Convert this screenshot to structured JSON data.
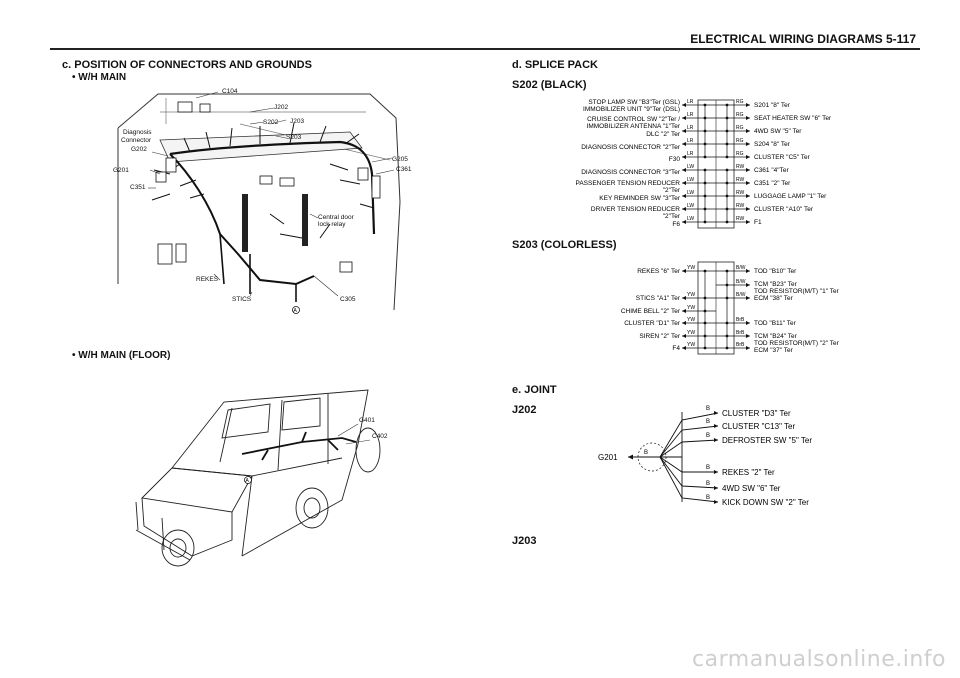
{
  "header": {
    "title": "ELECTRICAL WIRING DIAGRAMS  5-117"
  },
  "left": {
    "section_title": "c.  POSITION  OF  CONNECTORS  AND  GROUNDS",
    "bullet1": "•  W/H  MAIN",
    "bullet2": "•  W/H  MAIN  (FLOOR)",
    "callouts_main": [
      "C104",
      "J202",
      "S202",
      "J203",
      "S203",
      "Diagnosis",
      "Connector",
      "G202",
      "G201",
      "C351",
      "G205",
      "C361",
      "Central door",
      "lock relay",
      "REKES",
      "STICS",
      "C305",
      "A"
    ],
    "callouts_floor": [
      "G401",
      "C402",
      "A"
    ]
  },
  "right": {
    "section_title": "d.  SPLICE  PACK",
    "s202": {
      "title": "S202  (BLACK)",
      "left_labels": [
        "STOP LAMP SW \"B3\"Ter (GSL)",
        "IMMOBILIZER UNIT \"9\"Ter (DSL)",
        "CRUISE CONTROL SW \"2\"Ter /",
        "IMMOBILIZER ANTENNA \"1\"Ter",
        "DLC \"2\" Ter",
        "DIAGNOSIS CONNECTOR \"2\"Ter",
        "F30",
        "DIAGNOSIS CONNECTOR \"3\"Ter",
        "PASSENGER TENSION REDUCER",
        "\"2\"Ter",
        "KEY REMINDER SW \"3\"Ter",
        "DRIVER TENSION REDUCER",
        "\"2\"Ter",
        "F6"
      ],
      "left_colors": [
        "LR",
        "LR",
        "LR",
        "LR",
        "LR",
        "LW",
        "LW",
        "LW",
        "LW",
        "LW"
      ],
      "right_colors": [
        "RG",
        "RG",
        "RG",
        "RG",
        "RG",
        "RW",
        "RW",
        "RW",
        "RW",
        "RW"
      ],
      "right_labels": [
        "S201 \"8\" Ter",
        "SEAT HEATER SW \"6\" Ter",
        "4WD SW \"5\" Ter",
        "S204 \"8\" Ter",
        "CLUSTER \"C5\" Ter",
        "C361 \"4\"Ter",
        "C351 \"2\" Ter",
        "LUGGAGE LAMP \"1\" Ter",
        "CLUSTER \"A10\" Ter",
        "F1"
      ]
    },
    "s203": {
      "title": "S203  (COLORLESS)",
      "left_labels": [
        "REKES \"6\" Ter",
        "STICS \"A1\" Ter",
        "CHIME BELL \"2\" Ter",
        "CLUSTER \"D1\" Ter",
        "SIREN \"2\" Ter",
        "F4"
      ],
      "left_colors": [
        "YW",
        "YW",
        "YW",
        "YW",
        "YW",
        "YW"
      ],
      "right_colors": [
        "B/W",
        "B/W",
        "B/W",
        "BrB",
        "BrB",
        "BrB"
      ],
      "right_labels": [
        "TOD \"B10\" Ter",
        "TCM \"B23\" Ter",
        "TOD RESISTOR(M/T) \"1\" Ter",
        "ECM \"38\" Ter",
        "TOD \"B11\" Ter",
        "TCM \"B24\" Ter",
        "TOD RESISTOR(M/T) \"2\" Ter",
        "ECM \"37\" Ter"
      ]
    },
    "joint": {
      "section_title": "e.  JOINT",
      "j202": "J202",
      "ground": "G201",
      "wire_color": "B",
      "labels": [
        "CLUSTER \"D3\" Ter",
        "CLUSTER \"C13\" Ter",
        "DEFROSTER SW \"5\" Ter",
        "REKES \"2\" Ter",
        "4WD SW \"6\" Ter",
        "KICK DOWN SW \"2\" Ter"
      ],
      "j203": "J203"
    }
  },
  "watermark": "carmanualsonline.info"
}
